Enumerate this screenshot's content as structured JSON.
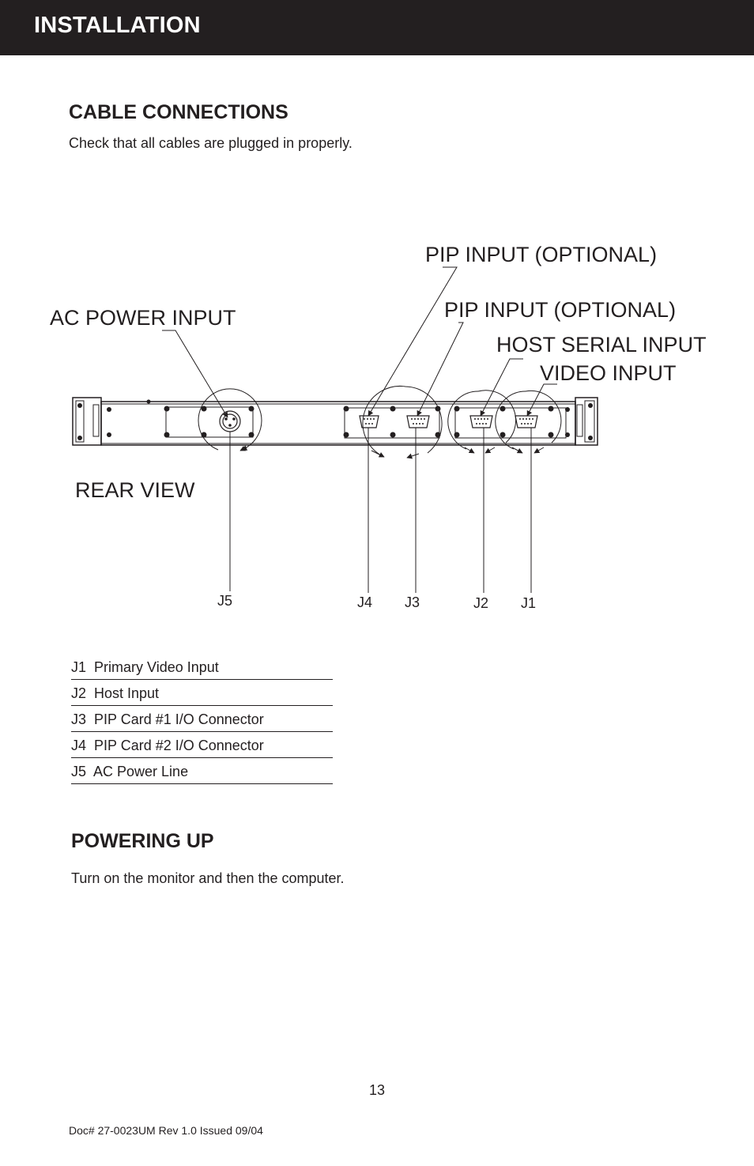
{
  "header": {
    "title": "INSTALLATION"
  },
  "cable_section": {
    "heading": "CABLE CONNECTIONS",
    "text": "Check that all cables are plugged in properly."
  },
  "diagram": {
    "labels": {
      "pip_input_top": "PIP INPUT (OPTIONAL)",
      "pip_input_second": "PIP INPUT (OPTIONAL)",
      "ac_power_input": "AC POWER INPUT",
      "host_serial_input": "HOST SERIAL INPUT",
      "video_input": "VIDEO INPUT",
      "rear_view": "REAR VIEW"
    },
    "connectors": {
      "j5": "J5",
      "j4": "J4",
      "j3": "J3",
      "j2": "J2",
      "j1": "J1"
    }
  },
  "connection_list": [
    {
      "text": "J1  Primary Video Input"
    },
    {
      "text": "J2  Host Input"
    },
    {
      "text": "J3  PIP Card #1 I/O Connector"
    },
    {
      "text": "J4  PIP Card #2 I/O Connector"
    },
    {
      "text": "J5  AC Power Line"
    }
  ],
  "powering_section": {
    "heading": "POWERING UP",
    "text": "Turn on the monitor and then the computer."
  },
  "footer": {
    "page_number": "13",
    "doc_id": "Doc# 27-0023UM Rev 1.0 Issued  09/04"
  },
  "colors": {
    "header_bg": "#231f20",
    "text": "#231f20"
  }
}
